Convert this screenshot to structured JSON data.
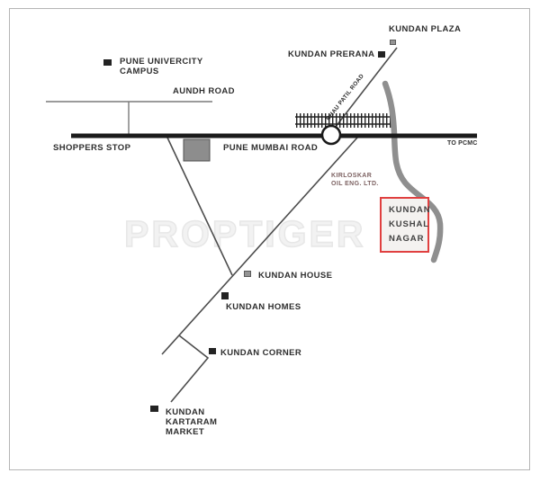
{
  "map": {
    "watermark": "PROPTIGER",
    "colors": {
      "main_road": "#1b1b1b",
      "minor_road": "#4d4d4d",
      "river": "#8f8f8f",
      "highlight_border": "#e04040",
      "watermark": "#e7e7e7",
      "kirloskar_text": "#7d6262",
      "label_text": "#2e2e2e"
    },
    "labels": {
      "kundan_plaza": "KUNDAN PLAZA",
      "kundan_prerana": "KUNDAN PRERANA",
      "bhau_patil_road": "BHAU PATIL ROAD",
      "pune_univercity_line1": "PUNE UNIVERCITY",
      "pune_univercity_line2": "CAMPUS",
      "aundh_road": "AUNDH ROAD",
      "shoppers_stop": "SHOPPERS STOP",
      "pune_mumbai_road": "PUNE MUMBAI ROAD",
      "to_pcmc": "TO PCMC",
      "kirloskar_line1": "KIRLOSKAR",
      "kirloskar_line2": "OIL ENG. LTD.",
      "kushal_nagar_line1": "KUNDAN",
      "kushal_nagar_line2": "KUSHAL",
      "kushal_nagar_line3": "NAGAR",
      "kundan_house": "KUNDAN HOUSE",
      "kundan_homes": "KUNDAN HOMES",
      "kundan_corner": "KUNDAN CORNER",
      "kartaram_line1": "KUNDAN",
      "kartaram_line2": "KARTARAM",
      "kartaram_line3": "MARKET"
    }
  }
}
